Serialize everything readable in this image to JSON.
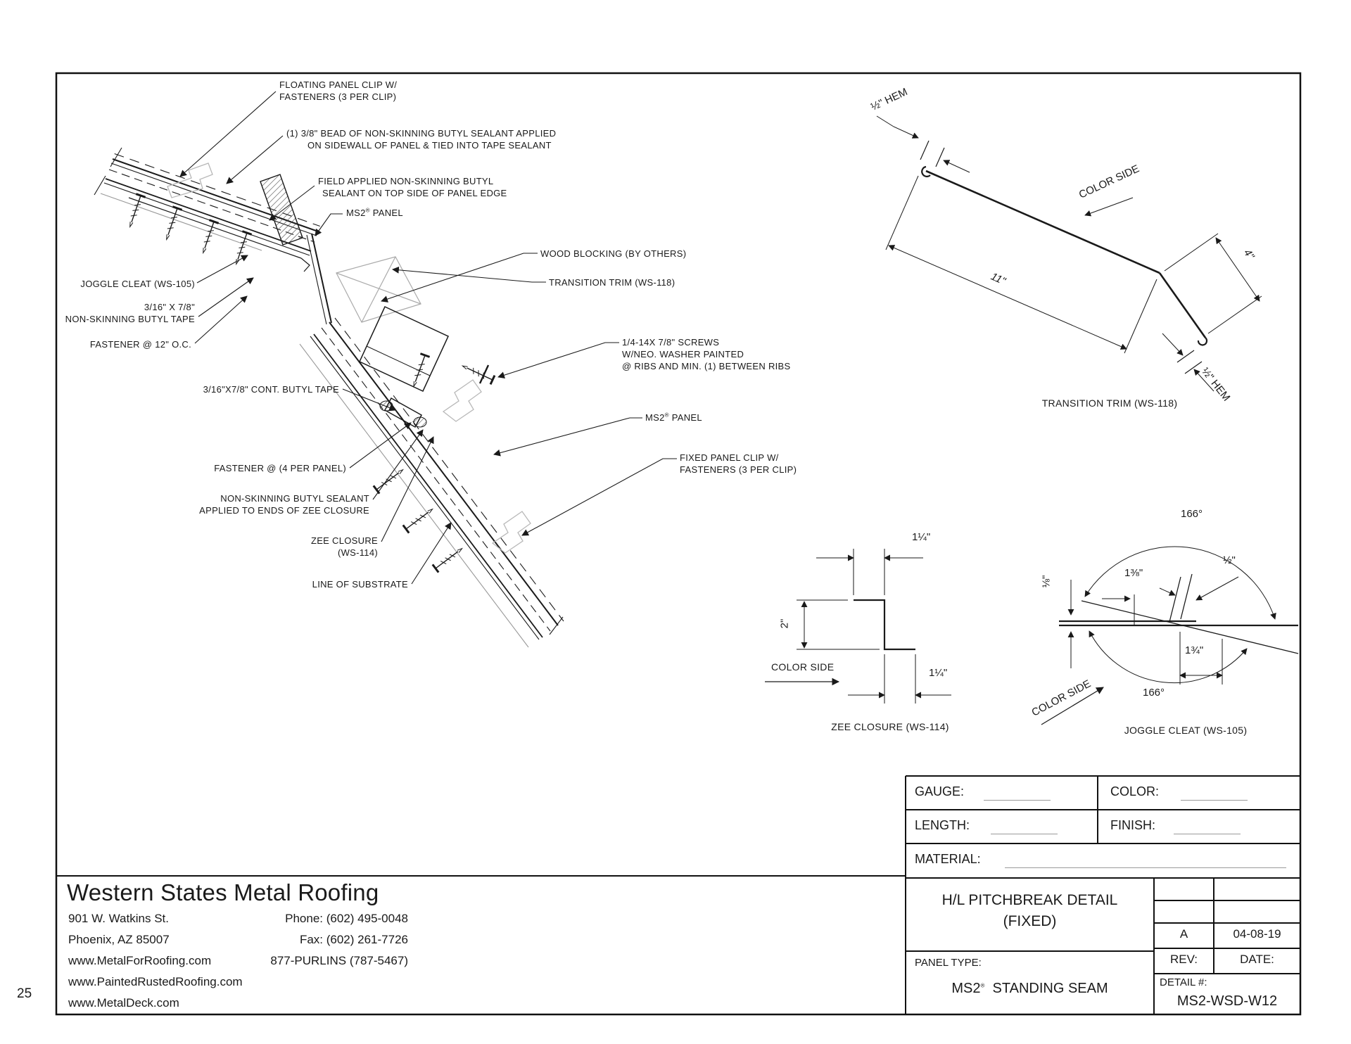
{
  "page": {
    "number": "25"
  },
  "brand": {
    "name": "MS2",
    "reg": "®"
  },
  "company": {
    "name": "Western States Metal Roofing",
    "address1": "901 W. Watkins St.",
    "address2": "Phoenix, AZ 85007",
    "web1": "www.MetalForRoofing.com",
    "web2": "www.PaintedRustedRoofing.com",
    "web3": "www.MetalDeck.com",
    "phone": "Phone: (602) 495-0048",
    "fax": "Fax: (602) 261-7726",
    "tollfree": "877-PURLINS (787-5467)"
  },
  "titleblock": {
    "gauge_label": "GAUGE:",
    "color_label": "COLOR:",
    "length_label": "LENGTH:",
    "finish_label": "FINISH:",
    "material_label": "MATERIAL:",
    "title_line1": "H/L PITCHBREAK DETAIL",
    "title_line2": "(FIXED)",
    "panel_type_label": "PANEL TYPE:",
    "panel_type_value2": "STANDING SEAM",
    "rev_value": "A",
    "date_value": "04-08-19",
    "rev_label": "REV:",
    "date_label": "DATE:",
    "detail_label": "DETAIL #:",
    "detail_value": "MS2-WSD-W12"
  },
  "main_detail": {
    "floating_clip_1": "FLOATING PANEL CLIP W/",
    "floating_clip_2": "FASTENERS (3 PER CLIP)",
    "bead_1": "(1) 3/8\" BEAD OF NON-SKINNING BUTYL SEALANT APPLIED",
    "bead_2": "ON SIDEWALL OF PANEL & TIED INTO TAPE SEALANT",
    "field_1": "FIELD APPLIED NON-SKINNING BUTYL",
    "field_2": "SEALANT ON TOP SIDE OF PANEL EDGE",
    "panel_word": "PANEL",
    "wood_blocking": "WOOD BLOCKING (BY OTHERS)",
    "transition_trim": "TRANSITION TRIM (WS-118)",
    "screws_1": "1/4-14X 7/8\" SCREWS",
    "screws_2": "W/NEO. WASHER PAINTED",
    "screws_3": "@ RIBS AND MIN. (1) BETWEEN RIBS",
    "fixed_clip_1": "FIXED PANEL CLIP W/",
    "fixed_clip_2": "FASTENERS (3 PER CLIP)",
    "joggle_cleat": "JOGGLE CLEAT (WS-105)",
    "tape_1": "3/16\" X 7/8\"",
    "tape_2": "NON-SKINNING BUTYL TAPE",
    "fastener_12": "FASTENER @ 12\" O.C.",
    "cont_tape": "3/16\"X7/8\" CONT. BUTYL TAPE",
    "fastener_4": "FASTENER @ (4 PER PANEL)",
    "sealant_1": "NON-SKINNING BUTYL SEALANT",
    "sealant_2": "APPLIED TO ENDS OF ZEE CLOSURE",
    "zee_1": "ZEE CLOSURE",
    "zee_2": "(WS-114)",
    "substrate": "LINE OF SUBSTRATE"
  },
  "trim_detail": {
    "hem_top": "½\" HEM",
    "length": "11\"",
    "color_side": "COLOR SIDE",
    "four": "4\"",
    "hem_bot": "½\" HEM",
    "label": "TRANSITION TRIM (WS-118)"
  },
  "zee_detail": {
    "top": "1¼\"",
    "web": "2\"",
    "bottom": "1¼\"",
    "color_side": "COLOR SIDE",
    "label": "ZEE CLOSURE (WS-114)"
  },
  "joggle_detail": {
    "angle_top": "166°",
    "angle_bot": "166°",
    "eighth": "⅛\"",
    "one_three_eighth": "1⅜\"",
    "half": "½\"",
    "one_three_quarter": "1¾\"",
    "color_side": "COLOR SIDE",
    "label": "JOGGLE CLEAT (WS-105)"
  }
}
